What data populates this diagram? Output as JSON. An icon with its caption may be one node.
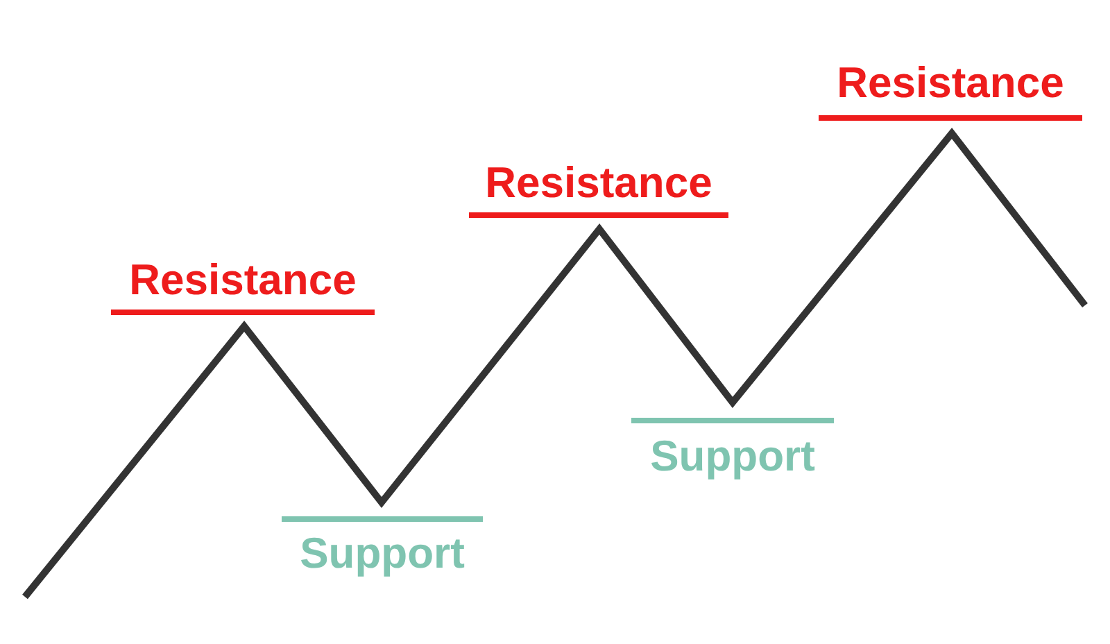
{
  "diagram": {
    "labels": [
      "Resistance",
      "Support",
      "Resistance",
      "Support",
      "Resistance"
    ]
  }
}
